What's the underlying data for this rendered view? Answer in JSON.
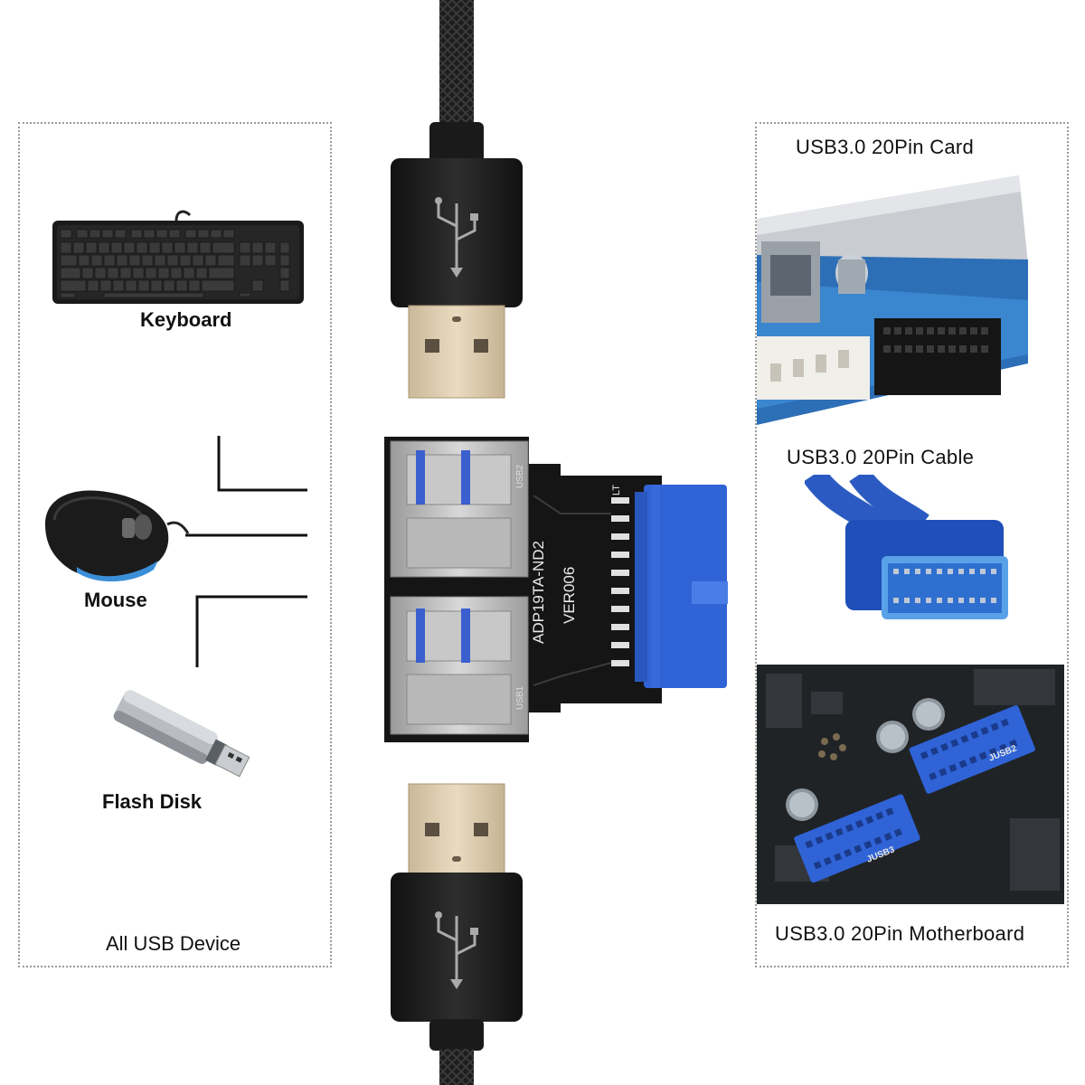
{
  "left_panel": {
    "devices": [
      {
        "label": "Keyboard",
        "icon": "keyboard-icon"
      },
      {
        "label": "Mouse",
        "icon": "mouse-icon"
      },
      {
        "label": "Flash Disk",
        "icon": "flash-disk-icon"
      }
    ],
    "footer_label": "All USB Device"
  },
  "right_panel": {
    "items": [
      {
        "label": "USB3.0 20Pin Card",
        "icon": "pcie-card-icon"
      },
      {
        "label": "USB3.0 20Pin Cable",
        "icon": "header-cable-icon"
      },
      {
        "label": "USB3.0 20Pin Motherboard",
        "icon": "motherboard-icon"
      }
    ]
  },
  "adapter": {
    "board_text": "ADP19TA-ND2",
    "version_text": "VER006",
    "port_labels": [
      "USB2",
      "USB1"
    ],
    "header_label": "LT"
  },
  "motherboard_headers": [
    "JUSB2",
    "JUSB3"
  ],
  "colors": {
    "header_blue": "#2f63d6",
    "pcb_black": "#151515",
    "plug_gold": "#d8c7a8",
    "cable_black": "#1d1d1d"
  }
}
